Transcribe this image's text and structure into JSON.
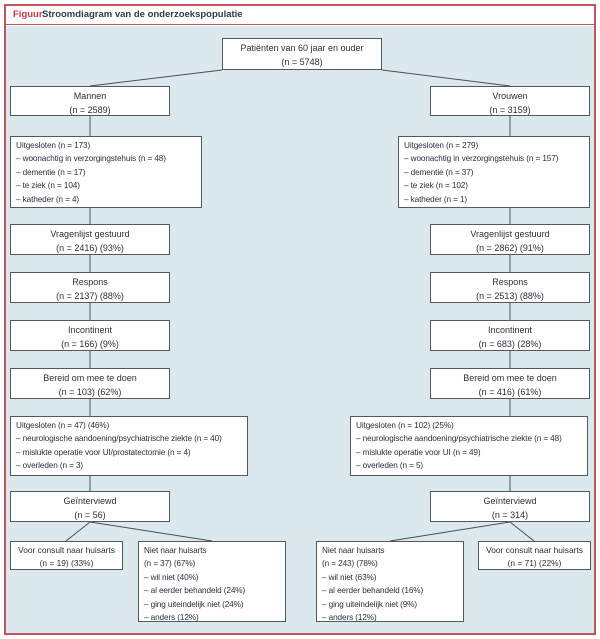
{
  "figure": {
    "label": "Figuur",
    "title": "Stroomdiagram van de onderzoekspopulatie"
  },
  "colors": {
    "frame_red": "#c2545e",
    "label_red": "#bf3a48",
    "panel_blue": "#dbe9ef",
    "box_fill": "#fefefe",
    "box_border": "#54585c",
    "line_color": "#4a4f55"
  },
  "nodes": {
    "patienten": {
      "lines": [
        "Patiënten van 60 jaar en ouder",
        "(n = 5748)"
      ]
    },
    "mannen": {
      "lines": [
        "Mannen",
        "(n = 2589)"
      ]
    },
    "vrouwen": {
      "lines": [
        "Vrouwen",
        "(n = 3159)"
      ]
    },
    "uitgesloten1_links": {
      "lines": [
        "Uitgesloten (n = 173)",
        "– woonachtig in verzorgingstehuis (n = 48)",
        "– dementie (n = 17)",
        "– te ziek (n = 104)",
        "– katheder (n = 4)"
      ]
    },
    "uitgesloten1_rechts": {
      "lines": [
        "Uitgesloten (n = 279)",
        "– woonachtig in verzorgingstehuis (n = 157)",
        "– dementie (n = 37)",
        "– te ziek (n = 102)",
        "– katheder (n = 1)"
      ]
    },
    "vragenlijst_links": {
      "lines": [
        "Vragenlijst gestuurd",
        "(n = 2416) (93%)"
      ]
    },
    "vragenlijst_rechts": {
      "lines": [
        "Vragenlijst gestuurd",
        "(n = 2862) (91%)"
      ]
    },
    "respons_links": {
      "lines": [
        "Respons",
        "(n = 2137) (88%)"
      ]
    },
    "respons_rechts": {
      "lines": [
        "Respons",
        "(n = 2513) (88%)"
      ]
    },
    "incontinent_links": {
      "lines": [
        "Incontinent",
        "(n = 166) (9%)"
      ]
    },
    "incontinent_rechts": {
      "lines": [
        "Incontinent",
        "(n = 683) (28%)"
      ]
    },
    "bereid_links": {
      "lines": [
        "Bereid om mee te doen",
        "(n = 103) (62%)"
      ]
    },
    "bereid_rechts": {
      "lines": [
        "Bereid om mee te doen",
        "(n = 416) (61%)"
      ]
    },
    "uitgesloten2_links": {
      "lines": [
        "Uitgesloten (n = 47) (46%)",
        "– neurologische aandoening/psychiatrische ziekte (n = 40)",
        "– mislukte operatie voor UI/prostatectomie (n = 4)",
        "– overleden (n = 3)"
      ]
    },
    "uitgesloten2_rechts": {
      "lines": [
        "Uitgesloten (n = 102) (25%)",
        "– neurologische aandoening/psychiatrische ziekte (n = 48)",
        "– mislukte operatie voor UI (n = 49)",
        "– overleden (n = 5)"
      ]
    },
    "geinterviewd_links": {
      "lines": [
        "Geïnterviewd",
        "(n = 56)"
      ]
    },
    "geinterviewd_rechts": {
      "lines": [
        "Geïnterviewd",
        "(n = 314)"
      ]
    },
    "voor_consult_links": {
      "lines": [
        "Voor consult naar huisarts",
        "(n = 19) (33%)"
      ]
    },
    "niet_naar_huisarts_links": {
      "lines": [
        "Niet naar huisarts",
        "(n = 37) (67%)",
        "– wil niet (40%)",
        "– al eerder behandeld (24%)",
        "– ging uiteindelijk niet (24%)",
        "– anders (12%)"
      ]
    },
    "niet_naar_huisarts_rechts": {
      "lines": [
        "Niet naar huisarts",
        "(n = 243) (78%)",
        "– wil niet (63%)",
        "– al eerder behandeld (16%)",
        "– ging uiteindelijk niet (9%)",
        "– anders (12%)"
      ]
    },
    "voor_consult_rechts": {
      "lines": [
        "Voor consult naar huisarts",
        "(n = 71) (22%)"
      ]
    }
  }
}
